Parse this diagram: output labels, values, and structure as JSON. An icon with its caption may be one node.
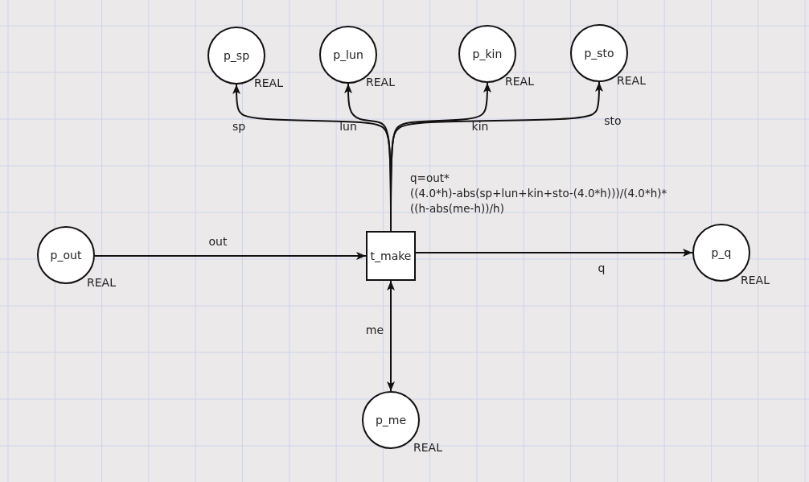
{
  "diagram": {
    "nodes": [
      {
        "text": [
          "p_sp"
        ],
        "beside": [
          "REAL"
        ]
      },
      {
        "text": [
          "p_lun"
        ],
        "beside": [
          "REAL"
        ]
      },
      {
        "text": [
          "p_kin"
        ],
        "beside": [
          "REAL"
        ]
      },
      {
        "text": [
          "p_sto"
        ],
        "beside": [
          "REAL"
        ]
      },
      {
        "text": [
          "p_out"
        ],
        "beside": [
          "REAL"
        ]
      },
      {
        "text": [
          "t_make"
        ]
      },
      {
        "text": [
          "p_q"
        ],
        "beside": [
          "REAL"
        ]
      },
      {
        "text": [
          "p_me"
        ],
        "beside": [
          "REAL"
        ]
      }
    ],
    "edges": [
      {
        "from": 5,
        "to": 0,
        "arrow": "to",
        "label": "sp"
      },
      {
        "from": 5,
        "to": 1,
        "arrow": "to",
        "label": "lun"
      },
      {
        "from": 5,
        "to": 2,
        "arrow": "to",
        "label": "kin"
      },
      {
        "from": 5,
        "to": 3,
        "arrow": "to",
        "label": "sto"
      },
      {
        "from": 4,
        "to": 5,
        "arrow": "to",
        "label": "out"
      },
      {
        "from": 5,
        "to": 6,
        "arrow": "to",
        "label": "q"
      },
      {
        "from": 5,
        "to": 7,
        "arrow": "both",
        "label": "me"
      }
    ],
    "labels": [
      "q=out* ((4.0*h)-abs(sp+lun+kin+sto-(4.0*h)))/(4.0*h)* ((h-abs(me-h))/h)"
    ]
  }
}
